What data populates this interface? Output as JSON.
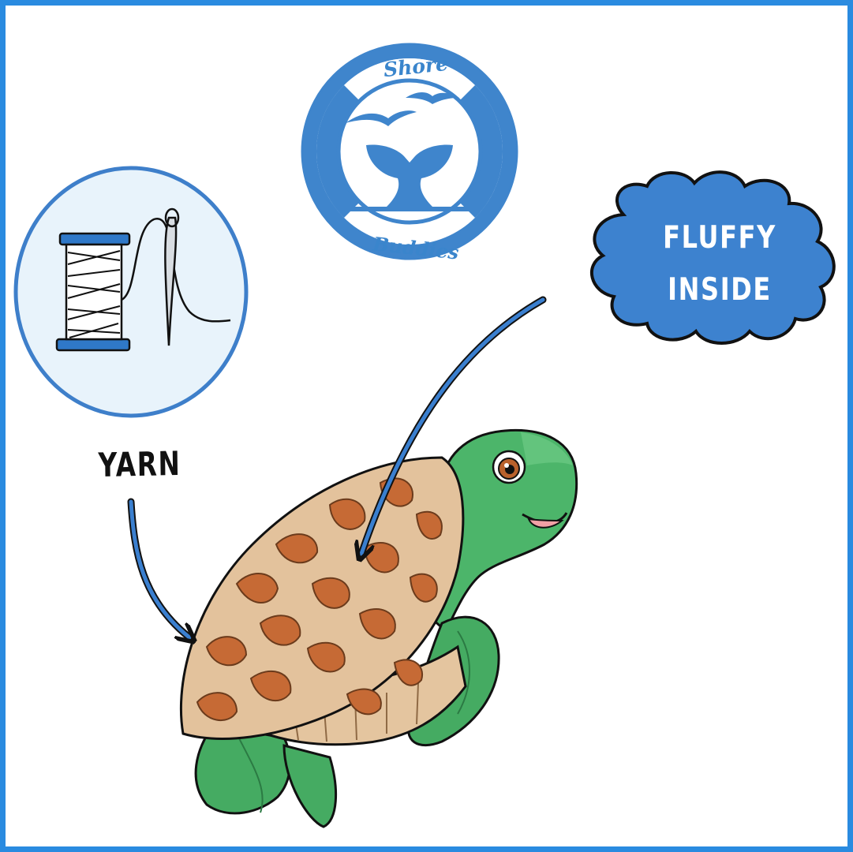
{
  "labels": {
    "yarn": "YARN",
    "cloud_line1": "FLUFFY",
    "cloud_line2": "INSIDE"
  },
  "logo": {
    "top_word": "Shore",
    "bottom_word": "Buddies"
  },
  "colors": {
    "border": "#2a8be0",
    "accent_blue": "#3a7fcf",
    "cloud_blue": "#3d82cf",
    "turtle_green": "#3fae5f",
    "shell_brown": "#c66a35",
    "shell_tan": "#e3c29c"
  },
  "icons": [
    "thread-spool-needle-icon",
    "whale-tail-icon",
    "seagull-icon",
    "sea-turtle-illustration",
    "arrow-icon",
    "cloud-icon"
  ]
}
